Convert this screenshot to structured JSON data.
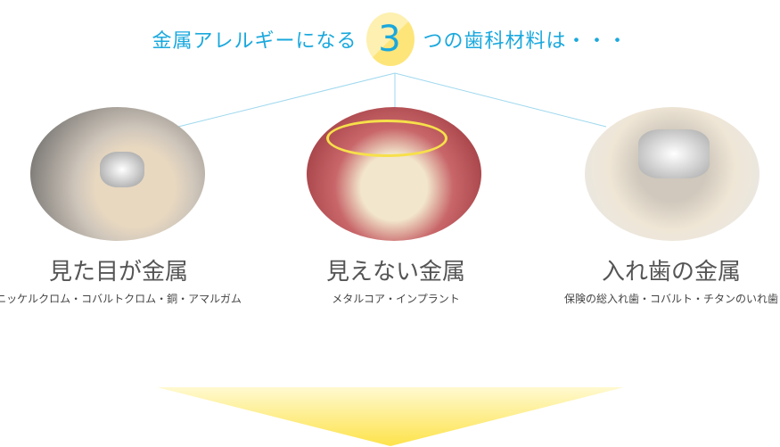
{
  "headline": {
    "before": "金属アレルギーになる",
    "number": "3",
    "after": "つの歯科材料は・・・"
  },
  "items": [
    {
      "title": "見た目が金属",
      "sub": "ニッケルクロム・コバルトクロム・銅・アマルガム",
      "image": "metal-crown-teeth-model"
    },
    {
      "title": "見えない金属",
      "sub": "メタルコア・インプラント",
      "image": "front-teeth-with-dark-metal-core"
    },
    {
      "title": "入れ歯の金属",
      "sub": "保険の総入れ歯・コバルト・チタンのいれ歯",
      "image": "metal-partial-denture"
    }
  ],
  "colors": {
    "accent": "#1aa8dd",
    "arrow": "#fde34a"
  }
}
